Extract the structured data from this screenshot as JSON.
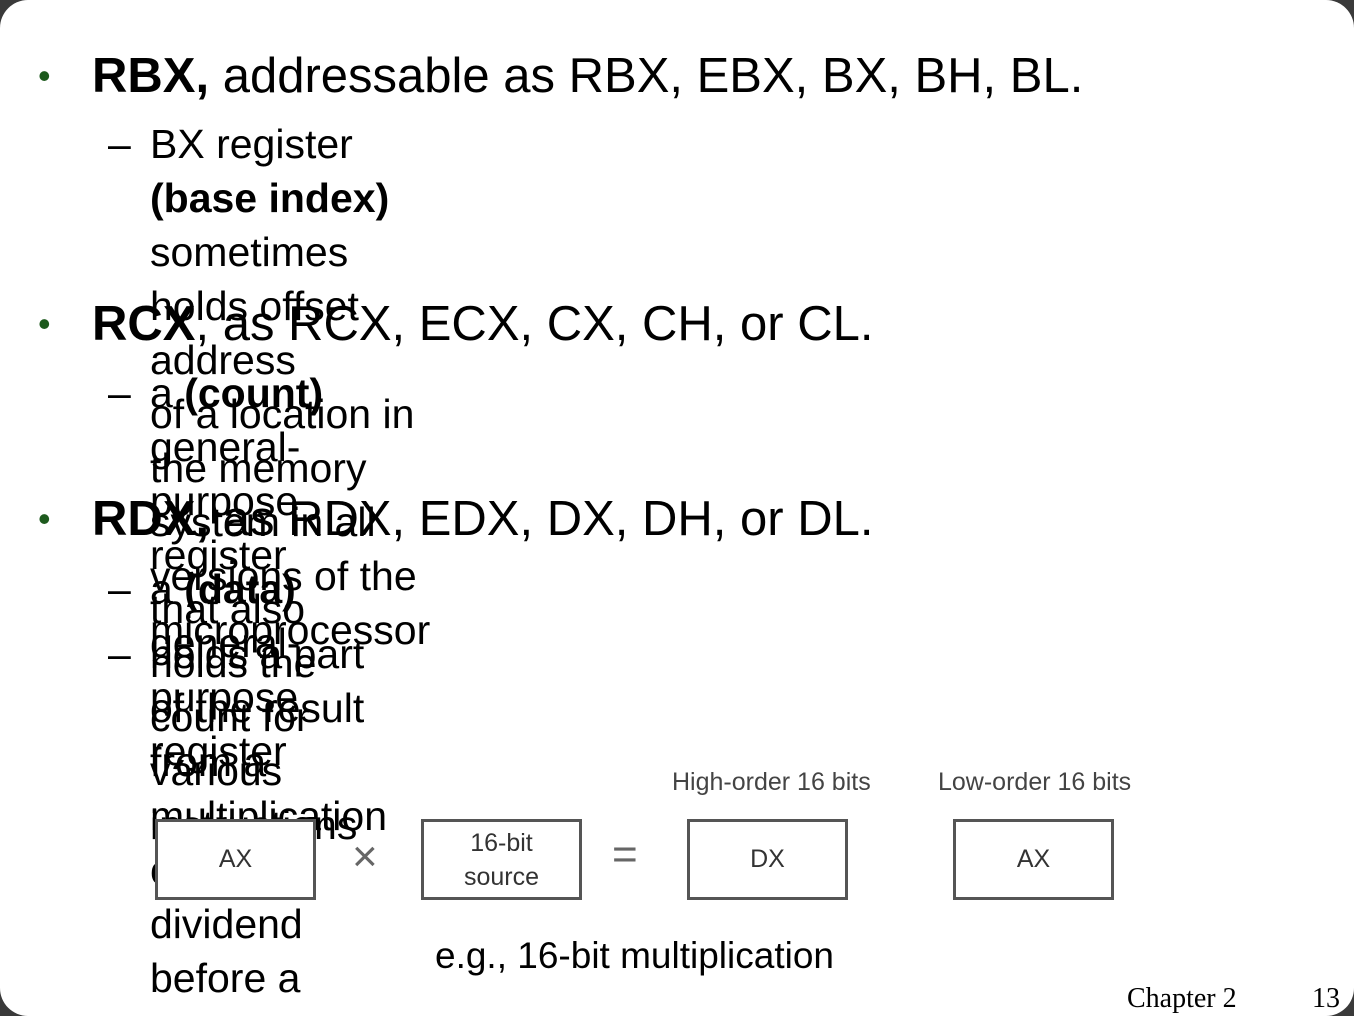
{
  "bullets": [
    {
      "marker": "•",
      "bold": "RBX,",
      "rest": " addressable as RBX, EBX, BX, BH, BL.",
      "subs": [
        {
          "dash": "–",
          "pre": "BX register ",
          "bold": "(base index)",
          "post": " sometimes holds offset address\nof a location in the memory system in all versions of the\nmicroprocessor"
        }
      ]
    },
    {
      "marker": "•",
      "bold": "RCX",
      "rest": ", as RCX, ECX, CX, CH, or CL.",
      "subs": [
        {
          "dash": "–",
          "pre": "a ",
          "bold": "(count)",
          "post": " general-purpose register that also holds the\ncount for various instructions"
        }
      ]
    },
    {
      "marker": "•",
      "bold": "RDX,",
      "rest": " as RDX, EDX, DX, DH, or DL.",
      "subs": [
        {
          "dash": "–",
          "pre": "a ",
          "bold": "(data)",
          "post": " general-purpose register"
        },
        {
          "dash": "–",
          "pre": "holds a part of the result from a multiplication\nor part of dividend before a division",
          "bold": "",
          "post": ""
        }
      ]
    }
  ],
  "diagram": {
    "high_label": "High-order 16 bits",
    "low_label": "Low-order 16 bits",
    "box_ax": "AX",
    "times": "×",
    "source_line1": "16-bit",
    "source_line2": "source",
    "equals": "=",
    "box_dx": "DX",
    "box_ax2": "AX"
  },
  "caption": "e.g., 16-bit multiplication",
  "footer": {
    "chapter": "Chapter 2",
    "page": "13"
  }
}
